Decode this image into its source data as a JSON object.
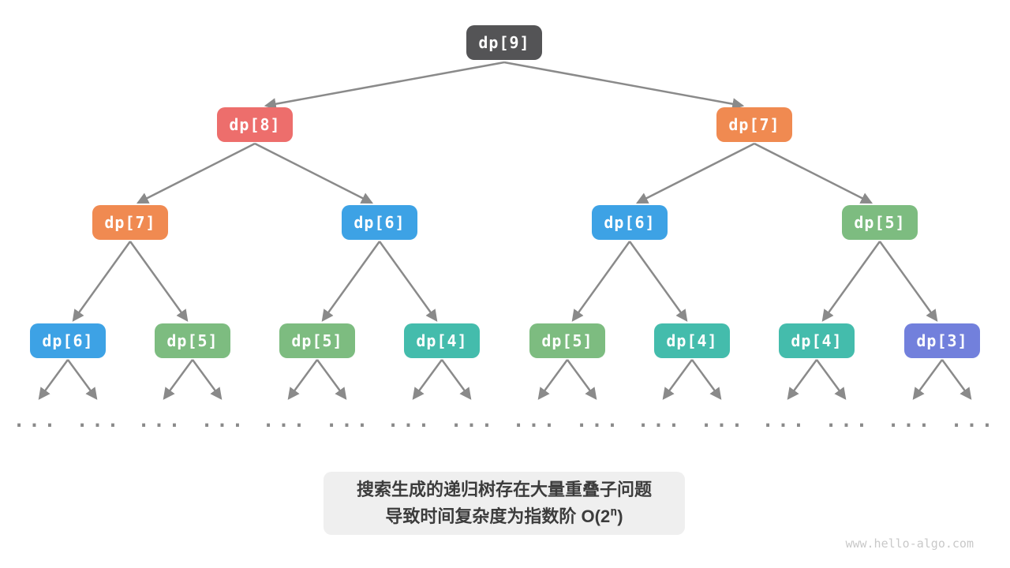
{
  "diagram": {
    "description": "recursion-tree-of-dp-subproblems",
    "arrow_color": "#8a8a8a",
    "node_text_color": "#ffffff",
    "leaf_ellipsis": "...",
    "nodes": [
      {
        "id": "l1-0",
        "label": "dp[9]",
        "color": "#545456"
      },
      {
        "id": "l2-0",
        "label": "dp[8]",
        "color": "#ed6e6c"
      },
      {
        "id": "l2-1",
        "label": "dp[7]",
        "color": "#f08a51"
      },
      {
        "id": "l3-0",
        "label": "dp[7]",
        "color": "#f08a51"
      },
      {
        "id": "l3-1",
        "label": "dp[6]",
        "color": "#3da2e5"
      },
      {
        "id": "l3-2",
        "label": "dp[6]",
        "color": "#3da2e5"
      },
      {
        "id": "l3-3",
        "label": "dp[5]",
        "color": "#7dbc80"
      },
      {
        "id": "l4-0",
        "label": "dp[6]",
        "color": "#3da2e5"
      },
      {
        "id": "l4-1",
        "label": "dp[5]",
        "color": "#7dbc80"
      },
      {
        "id": "l4-2",
        "label": "dp[5]",
        "color": "#7dbc80"
      },
      {
        "id": "l4-3",
        "label": "dp[4]",
        "color": "#44bcac"
      },
      {
        "id": "l4-4",
        "label": "dp[5]",
        "color": "#7dbc80"
      },
      {
        "id": "l4-5",
        "label": "dp[4]",
        "color": "#44bcac"
      },
      {
        "id": "l4-6",
        "label": "dp[4]",
        "color": "#44bcac"
      },
      {
        "id": "l4-7",
        "label": "dp[3]",
        "color": "#7280dc"
      }
    ]
  },
  "caption": {
    "line1": "搜索生成的递归树存在大量重叠子问题",
    "line2_prefix": "导致时间复杂度为指数阶 O(2",
    "line2_superscript": "n",
    "line2_suffix": ")",
    "background": "#efefef",
    "text_color": "#3c3c3c"
  },
  "watermark": {
    "text": "www.hello-algo.com",
    "color": "#c9c9c9"
  }
}
